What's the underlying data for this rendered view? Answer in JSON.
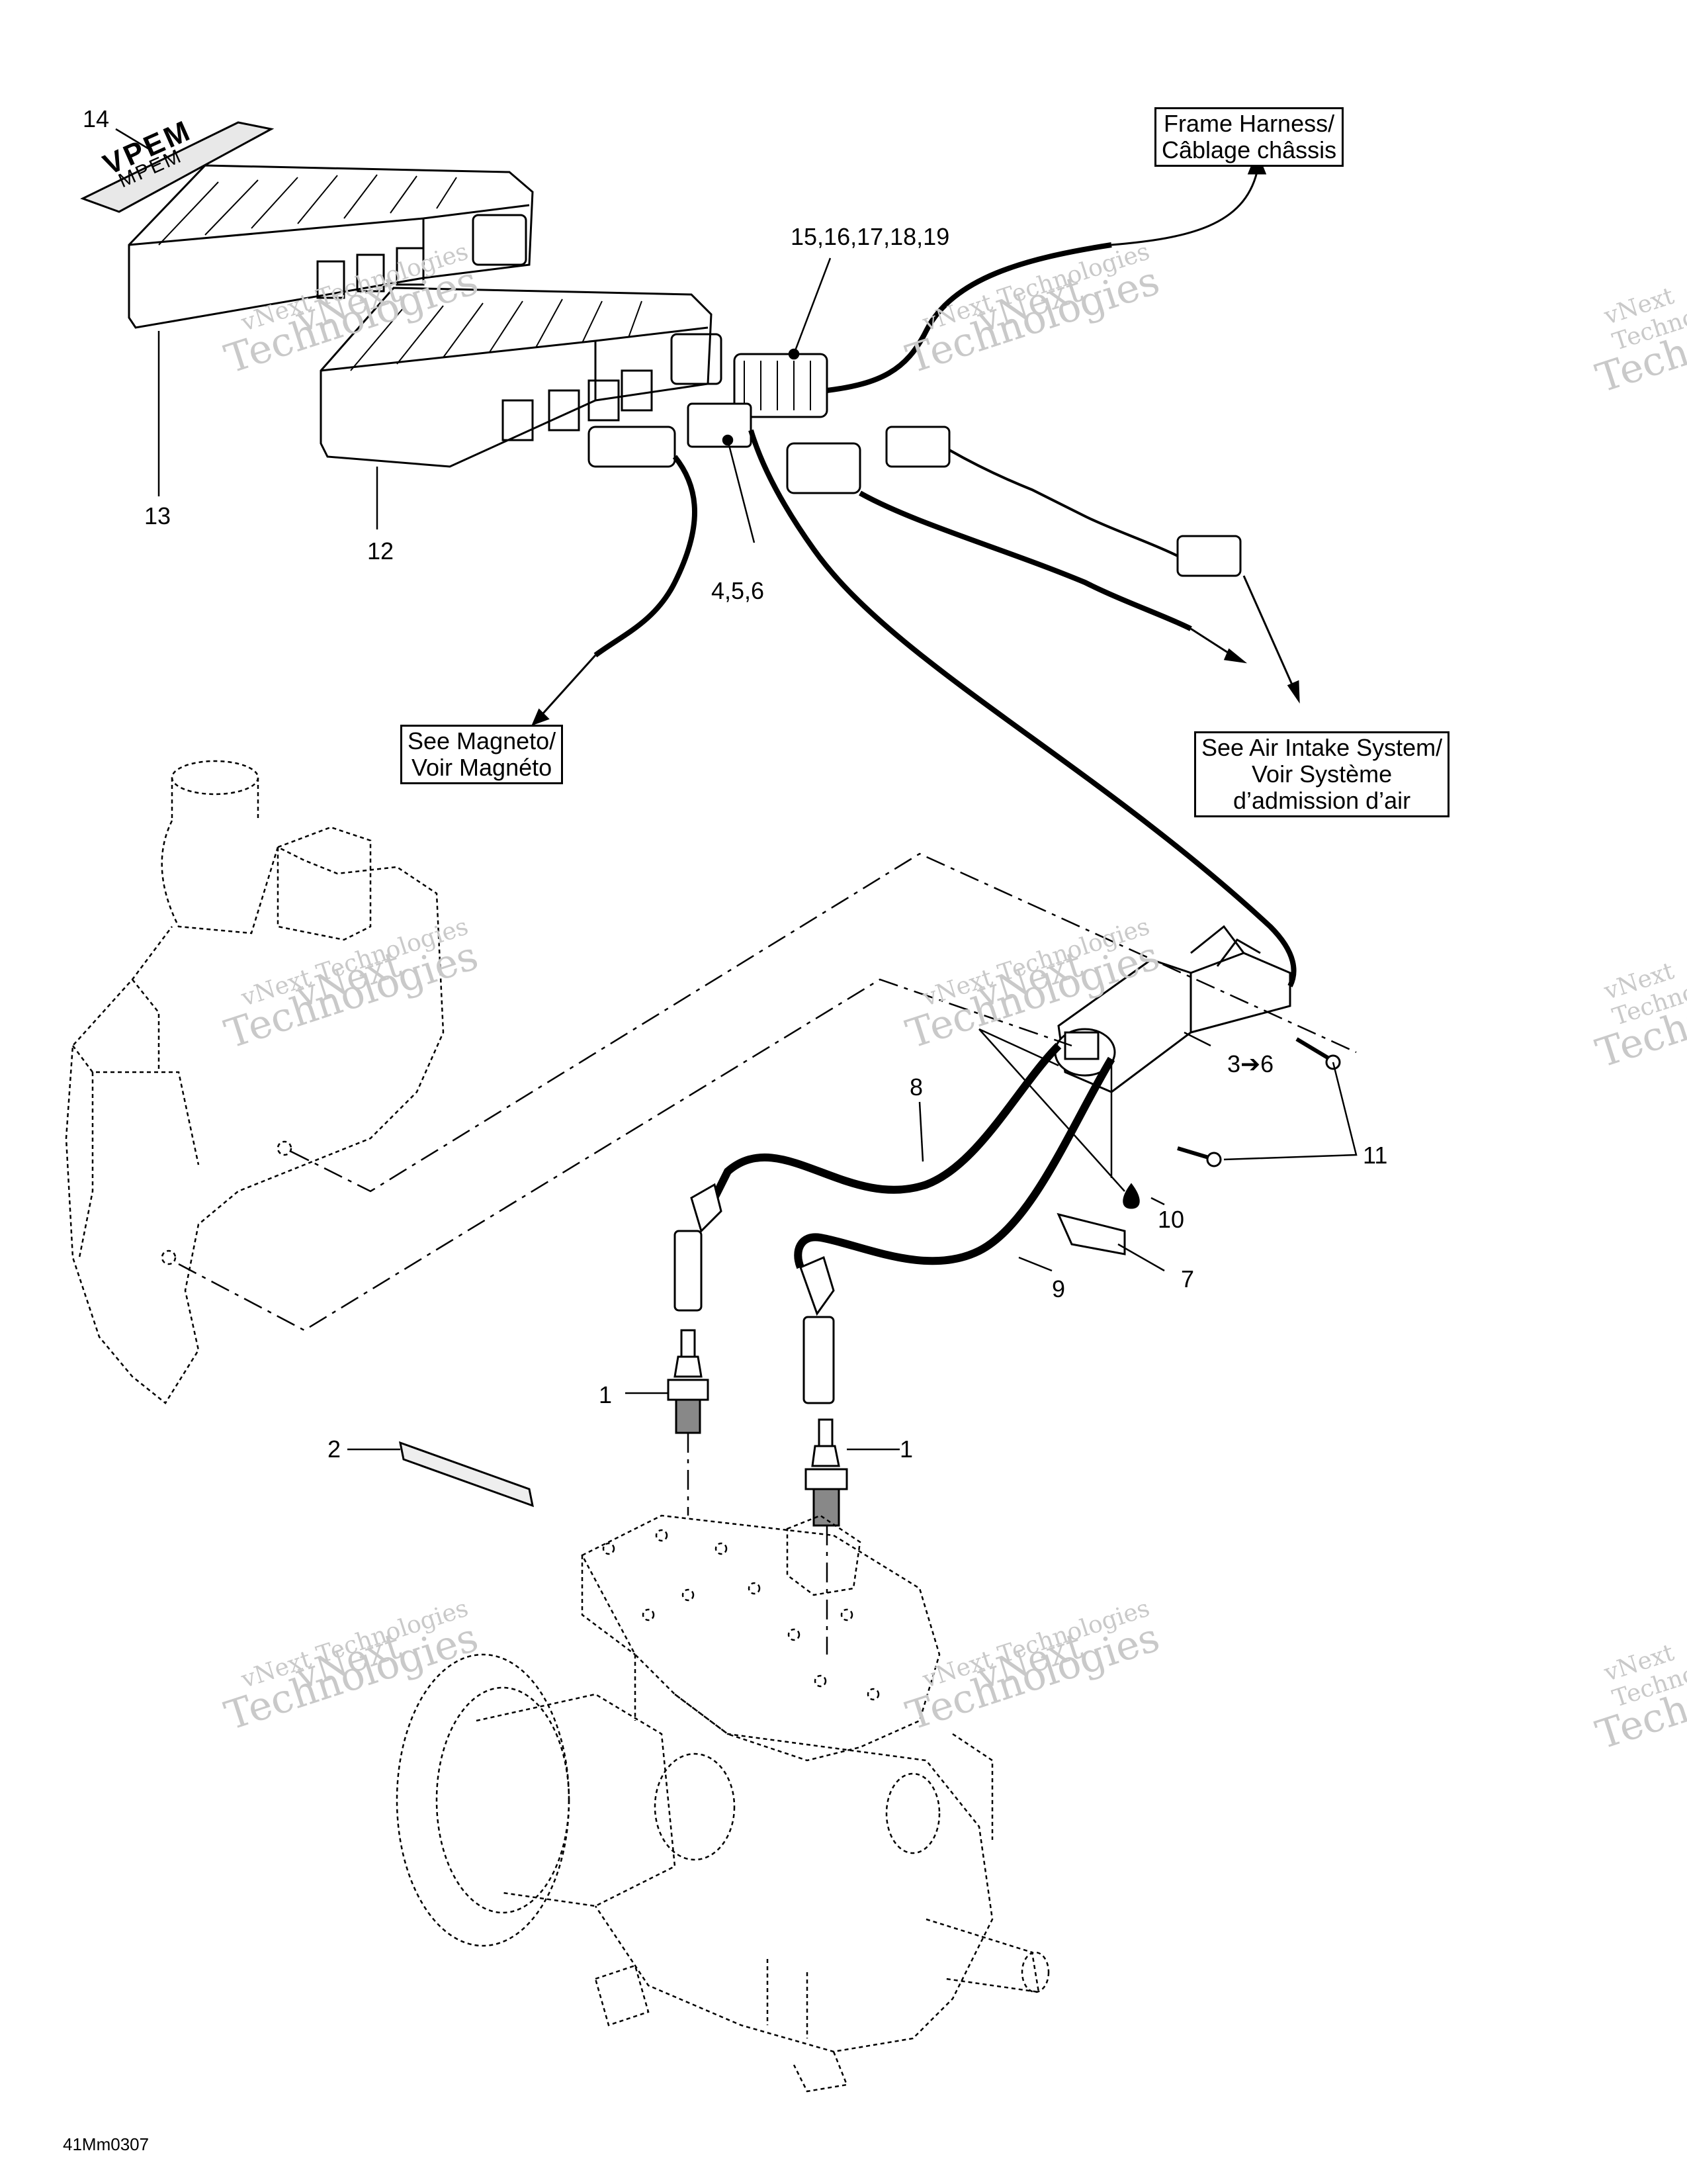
{
  "callouts": {
    "c14": "14",
    "c13": "13",
    "c12": "12",
    "c15_19": "15,16,17,18,19",
    "c4_6": "4,5,6",
    "c3_6": "3➔6",
    "c8": "8",
    "c11": "11",
    "c10": "10",
    "c9": "9",
    "c7": "7",
    "c1a": "1",
    "c1b": "1",
    "c2": "2"
  },
  "boxes": {
    "frame_harness": [
      "Frame Harness/",
      "Câblage châssis"
    ],
    "see_magneto": [
      "See Magneto/",
      "Voir Magnéto"
    ],
    "see_air_intake": [
      "See Air Intake System/",
      "Voir Système",
      "d’admission d’air"
    ]
  },
  "ecm_label": {
    "top": "VPEM",
    "bottom": "MPEM"
  },
  "watermark": {
    "line1": "vNext Technologies",
    "line2": "Technologies",
    "brand": "vNext"
  },
  "drawing_code": "41Mm0307"
}
